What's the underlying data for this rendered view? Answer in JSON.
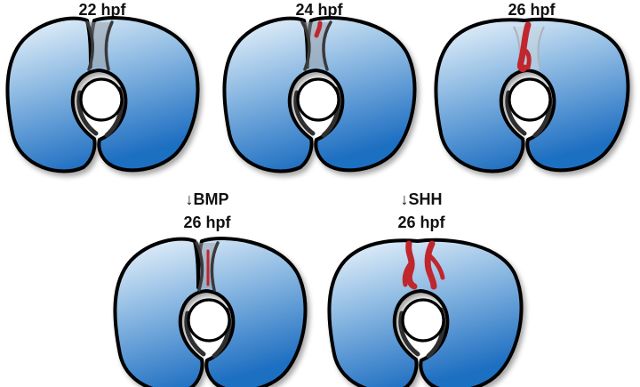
{
  "panels": [
    {
      "id": "22",
      "stage": "22 hpf",
      "treatment": ""
    },
    {
      "id": "24",
      "stage": "24 hpf",
      "treatment": ""
    },
    {
      "id": "26",
      "stage": "26 hpf",
      "treatment": ""
    },
    {
      "id": "bmp",
      "stage": "26 hpf",
      "treatment": "BMP",
      "treatment_arrow": "↓"
    },
    {
      "id": "shh",
      "stage": "26 hpf",
      "treatment": "SHH",
      "treatment_arrow": "↓"
    }
  ],
  "colors": {
    "eye_gradient_top": "#e9f3fb",
    "eye_gradient_bottom": "#1f6fc2",
    "vessel": "#c0262d",
    "outline": "#000000",
    "lens": "#ffffff"
  }
}
